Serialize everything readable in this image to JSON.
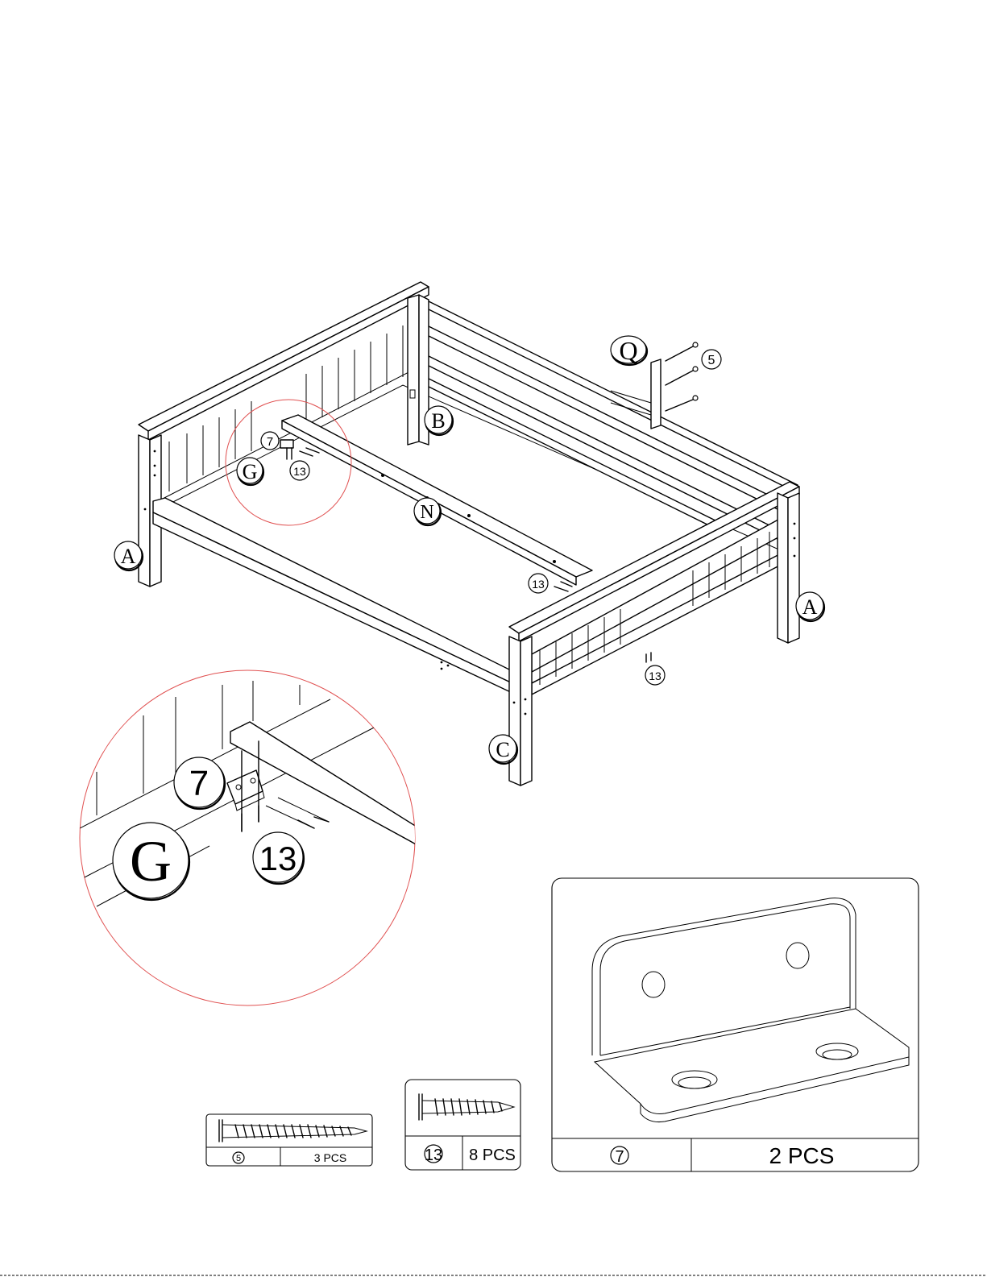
{
  "parts": {
    "headboard_left": "A",
    "headboard_right": "A",
    "side_rail": "B",
    "footboard": "C",
    "guard_rail": "Q",
    "slat_support": "N",
    "bracket_location": "G"
  },
  "callouts": {
    "bracket": "7",
    "short_screw": "13",
    "long_screw": "5"
  },
  "detail_zoom": {
    "bracket": "7",
    "location": "G",
    "screw": "13"
  },
  "hardware": [
    {
      "id": "5",
      "qty": "3 PCS",
      "icon": "long-screw-icon"
    },
    {
      "id": "13",
      "qty": "8 PCS",
      "icon": "short-screw-icon"
    },
    {
      "id": "7",
      "qty": "2 PCS",
      "icon": "l-bracket-icon"
    }
  ],
  "colors": {
    "line": "#000000",
    "zoom_circle": "#e05050",
    "background": "#ffffff"
  }
}
